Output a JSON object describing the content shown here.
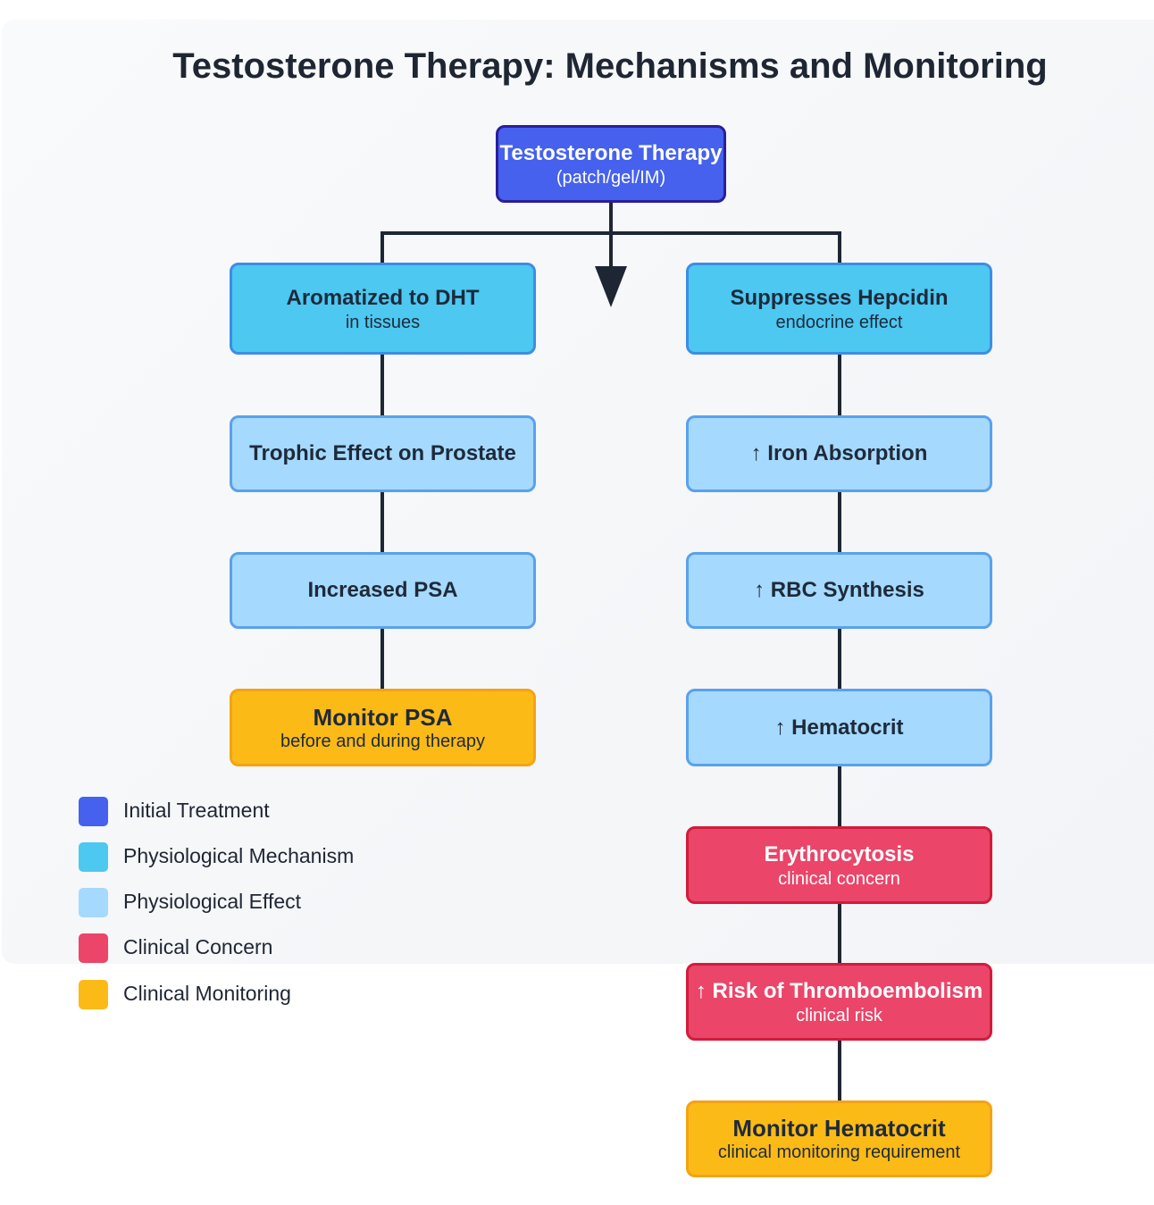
{
  "title": "Testosterone Therapy: Mechanisms and Monitoring",
  "colors": {
    "line": "#1f2633",
    "initial_treatment": "#4561ee",
    "physiological_mechanism": "#4cc8f1",
    "physiological_effect": "#a5d9fd",
    "clinical_concern": "#eb4569",
    "clinical_monitoring": "#fcba16"
  },
  "nodes": {
    "therapy": {
      "title": "Testosterone Therapy",
      "subtitle": "(patch/gel/IM)"
    },
    "dht": {
      "title": "Aromatized to DHT",
      "subtitle": "in tissues"
    },
    "trophic": {
      "title": "Trophic Effect on Prostate"
    },
    "psa": {
      "title": "Increased PSA"
    },
    "monitor_psa": {
      "title": "Monitor PSA",
      "subtitle": "before and during therapy"
    },
    "hepcidin": {
      "title": "Suppresses Hepcidin",
      "subtitle": "endocrine effect"
    },
    "iron": {
      "title": "↑ Iron Absorption"
    },
    "rbc": {
      "title": "↑ RBC Synthesis"
    },
    "hematocrit": {
      "title": "↑ Hematocrit"
    },
    "erythrocytosis": {
      "title": "Erythrocytosis",
      "subtitle": "clinical concern"
    },
    "thrombo": {
      "title": "↑ Risk of Thromboembolism",
      "subtitle": "clinical risk"
    },
    "monitor_hct": {
      "title": "Monitor Hematocrit",
      "subtitle": "clinical monitoring requirement"
    }
  },
  "legend": [
    {
      "label": "Initial Treatment",
      "color": "#4561ee"
    },
    {
      "label": "Physiological Mechanism",
      "color": "#4cc8f1"
    },
    {
      "label": "Physiological Effect",
      "color": "#a5d9fd"
    },
    {
      "label": "Clinical Concern",
      "color": "#eb4569"
    },
    {
      "label": "Clinical Monitoring",
      "color": "#fcba16"
    }
  ]
}
